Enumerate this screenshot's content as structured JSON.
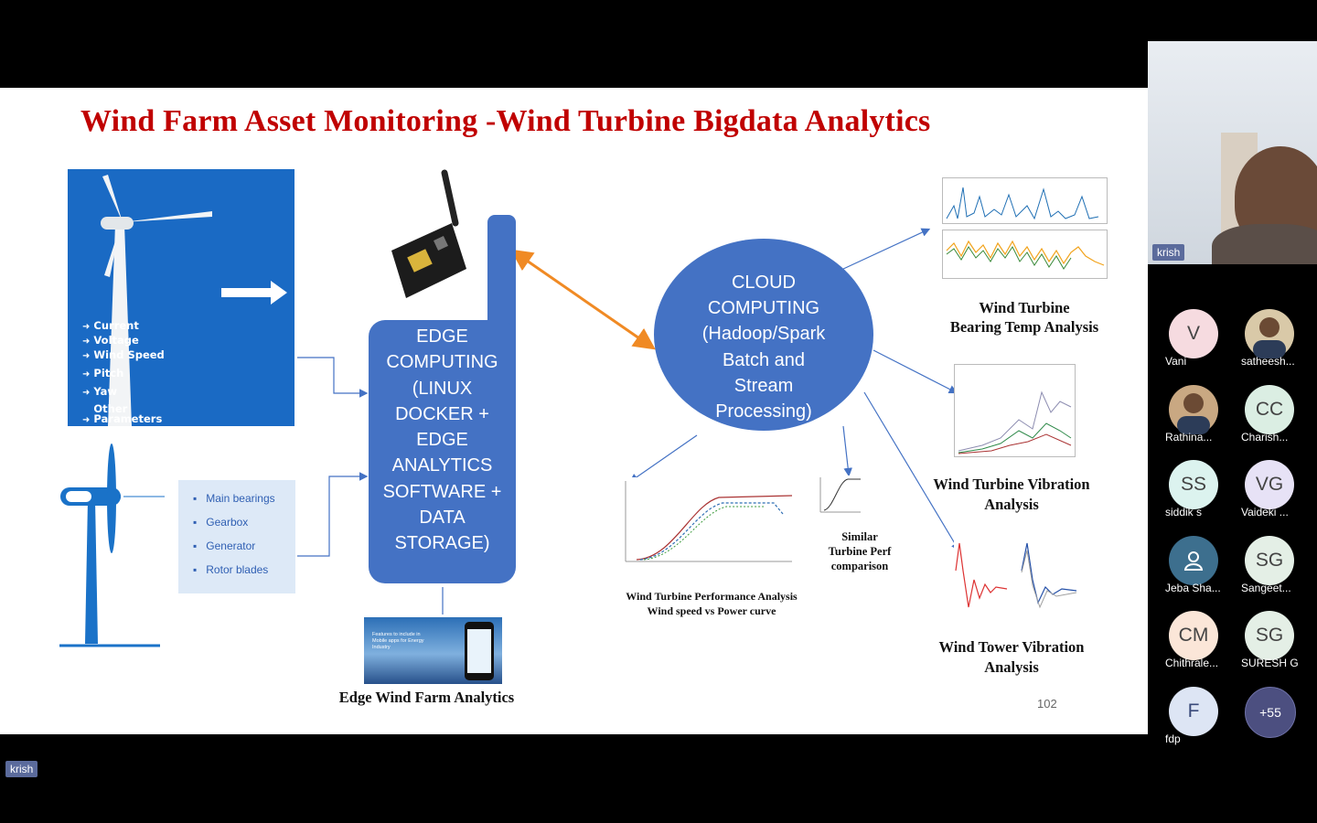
{
  "slide": {
    "title": "Wind Farm Asset Monitoring -Wind Turbine Bigdata Analytics",
    "turbine_params": [
      "Current",
      "Voltage",
      "Wind Speed",
      "Pitch",
      "Yaw",
      "Other Parameters"
    ],
    "components": [
      "Main bearings",
      "Gearbox",
      "Generator",
      "Rotor blades"
    ],
    "edge_box_lines": [
      "EDGE",
      "COMPUTING",
      "(LINUX",
      "DOCKER +",
      "EDGE",
      "ANALYTICS",
      "SOFTWARE +",
      "DATA",
      "STORAGE)"
    ],
    "cloud_lines": [
      "CLOUD",
      "COMPUTING",
      "(Hadoop/Spark",
      "Batch and",
      "Stream",
      "Processing)"
    ],
    "app_screen_text": "Features to include in Mobile apps for Energy Industry",
    "captions": {
      "bearing": [
        "Wind Turbine",
        "Bearing Temp Analysis"
      ],
      "vibration": [
        "Wind Turbine Vibration",
        "Analysis"
      ],
      "tower": [
        "Wind Tower Vibration",
        "Analysis"
      ],
      "performance": [
        "Wind Turbine Performance Analysis",
        "Wind speed vs Power curve"
      ],
      "similar": [
        "Similar",
        "Turbine Perf",
        "comparison"
      ],
      "edge_analytics": "Edge Wind  Farm Analytics"
    },
    "page_number": "102"
  },
  "presenter": {
    "name": "krish"
  },
  "speaker_tag": "krish",
  "participants": [
    {
      "initials": "V",
      "name": "Vani",
      "color": "#f6dbe0",
      "text_color": "#444"
    },
    {
      "initials": "",
      "name": "satheesh...",
      "color": "#d9c9a8",
      "photo": true
    },
    {
      "initials": "",
      "name": "Rathina...",
      "color": "#c9a882",
      "photo": true
    },
    {
      "initials": "CC",
      "name": "Charish...",
      "color": "#dbeee3",
      "text_color": "#444"
    },
    {
      "initials": "SS",
      "name": "siddik s",
      "color": "#dcf3ef",
      "text_color": "#444"
    },
    {
      "initials": "VG",
      "name": "Vaideki ...",
      "color": "#e7e2f6",
      "text_color": "#444"
    },
    {
      "initials": "",
      "name": "Jeba Sha...",
      "color": "#3d6f8e",
      "icon": "person-icon"
    },
    {
      "initials": "SG",
      "name": "Sangeet...",
      "color": "#e4efe6",
      "text_color": "#444"
    },
    {
      "initials": "CM",
      "name": "Chithrale...",
      "color": "#fbe6d8",
      "text_color": "#444"
    },
    {
      "initials": "SG",
      "name": "SURESH G",
      "color": "#e4efe6",
      "text_color": "#444"
    },
    {
      "initials": "F",
      "name": "fdp",
      "color": "#dde5f4",
      "text_color": "#3a4a7a"
    }
  ],
  "more_count": "+55"
}
